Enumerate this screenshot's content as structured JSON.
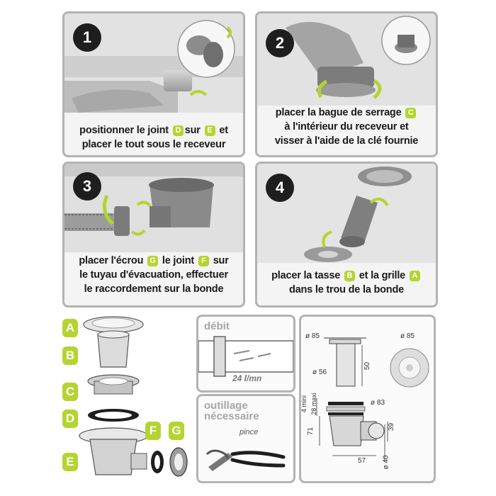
{
  "steps": [
    {
      "num": "1",
      "line1": [
        "positionner le joint ",
        "D",
        "sur ",
        "E",
        " et"
      ],
      "line2": "placer le tout sous le receveur"
    },
    {
      "num": "2",
      "line1": [
        "placer la bague de serrage ",
        "C"
      ],
      "line2": "à l'intérieur du receveur et",
      "line3": "visser à l'aide de la clé fournie"
    },
    {
      "num": "3",
      "line1": [
        "placer l'écrou ",
        "G",
        " le joint ",
        "F",
        " sur"
      ],
      "line2": "le tuyau d'évacuation, effectuer",
      "line3": "le raccordement sur la bonde"
    },
    {
      "num": "4",
      "line1": [
        "placer la tasse ",
        "B",
        " et la grille ",
        "A"
      ],
      "line2": "dans le trou de la bonde"
    }
  ],
  "parts": [
    "A",
    "B",
    "C",
    "D",
    "E",
    "F",
    "G"
  ],
  "debit": {
    "title": "débit",
    "value": "24 l/mn"
  },
  "outillage": {
    "title_line1": "outillage",
    "title_line2": "nécessaire",
    "tool": "pince"
  },
  "dimensions": {
    "d85_left": "ø 85",
    "d85_right": "ø 85",
    "d56": "ø 56",
    "h50": "50",
    "mini": "4 mini",
    "maxi": "28 maxi",
    "d83": "ø 83",
    "h71": "71",
    "h39": "39",
    "w57": "57",
    "d40": "ø 40"
  },
  "colors": {
    "accent": "#b4d430",
    "border": "#b3b3b3",
    "number_bg": "#1e1e1e"
  }
}
